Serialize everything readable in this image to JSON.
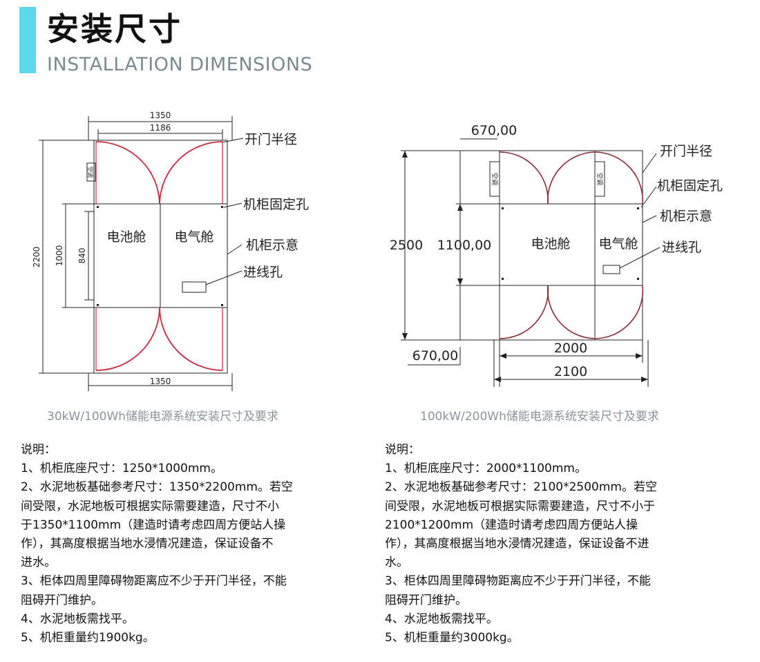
{
  "header": {
    "title_cn": "安装尺寸",
    "title_en": "INSTALLATION DIMENSIONS",
    "accent_color": "#5bd8ea"
  },
  "left": {
    "drawing": {
      "dim_top": "1350",
      "dim_inner": "1186",
      "dim_height": "2200",
      "dim_1000": "1000",
      "dim_840": "840",
      "dim_bottom": "1350",
      "ac_label": "空调",
      "battery": "电池舱",
      "electrical": "电气舱",
      "callout_door": "开门半径",
      "callout_fix": "机柜固定孔",
      "callout_cabinet": "机柜示意",
      "callout_inlet": "进线孔"
    },
    "caption": "30kW/100Wh储能电源系统安装尺寸及要求",
    "notes": [
      "说明：",
      "1、机柜底座尺寸：1250*1000mm。",
      "2、水泥地板基础参考尺寸：1350*2200mm。若空",
      "间受限，水泥地板可根据实际需要建造，尺寸不小",
      "于1350*1100mm（建造时请考虑四周方便站人操",
      "作），其高度根据当地水浸情况建造，保证设备不",
      "进水。",
      "3、柜体四周里障碍物距离应不少于开门半径，不能",
      "阻碍开门维护。",
      "4、水泥地板需找平。",
      "5、机柜重量约1900kg。"
    ]
  },
  "right": {
    "drawing": {
      "dim_top": "670,00",
      "dim_height": "2500",
      "dim_middle": "1100,00",
      "dim_bottom": "670,00",
      "dim_2000": "2000",
      "dim_2100": "2100",
      "ac_label": "空调",
      "battery": "电池舱",
      "electrical": "电气舱",
      "callout_door": "开门半径",
      "callout_fix": "机柜固定孔",
      "callout_cabinet": "机柜示意",
      "callout_inlet": "进线孔"
    },
    "caption": "100kW/200Wh储能电源系统安装尺寸及要求",
    "notes": [
      "说明：",
      "1、机柜底座尺寸：2000*1100mm。",
      "2、水泥地板基础参考尺寸：2100*2500mm。若空",
      "间受限，水泥地板可根据实际需要建造，尺寸不小于",
      "2100*1200mm（建造时请考虑四周方便站人操",
      "作），其高度根据当地水浸情况建造，保证设备不进",
      "水。",
      "3、柜体四周里障碍物距离应不少于开门半径，不能",
      "阻碍开门维护。",
      "4、水泥地板需找平。",
      "5、机柜重量约3000kg。"
    ]
  }
}
